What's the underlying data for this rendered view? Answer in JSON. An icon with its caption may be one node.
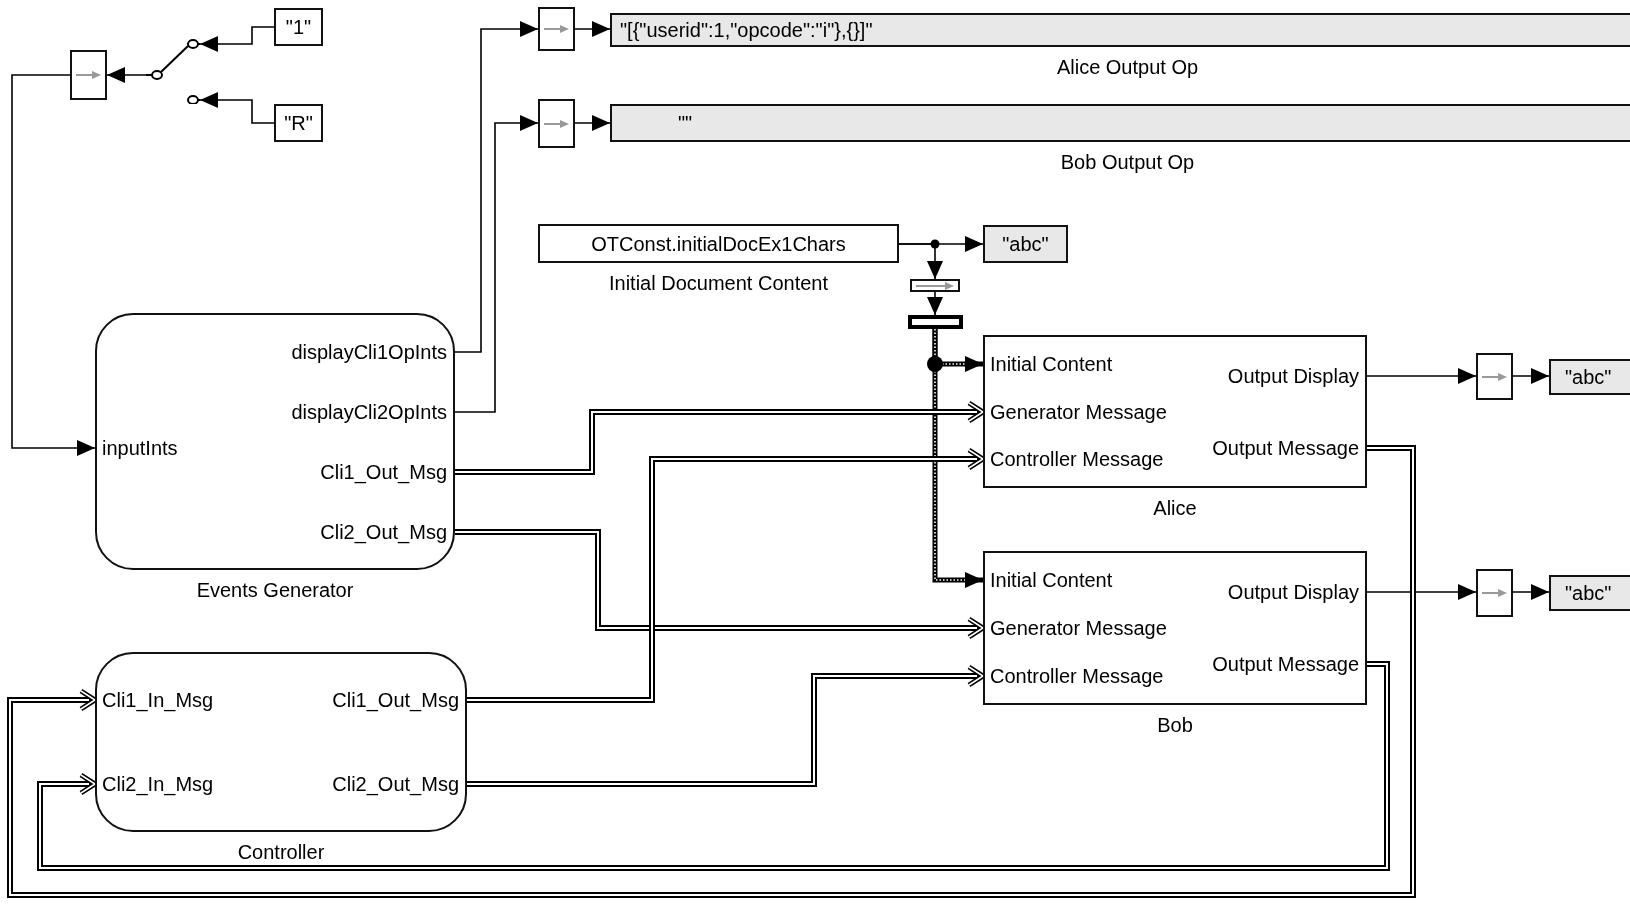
{
  "diagram": {
    "nodes": [
      {
        "text": [
          "\"1\""
        ]
      },
      {
        "text": [
          "\"R\""
        ]
      },
      {
        "text": [],
        "shape": "switch"
      },
      {
        "text": [],
        "shape": "box"
      },
      {
        "text": [
          "displayCli1OpInts",
          "displayCli2OpInts",
          "inputInts",
          "Cli1_Out_Msg",
          "Cli2_Out_Msg"
        ],
        "beside": [
          "Events Generator"
        ]
      },
      {
        "text": [],
        "shape": "box"
      },
      {
        "text": [
          "\"[{\"userid\":1,\"opcode\":\"i\"},{}]\""
        ],
        "beside": [
          "Alice Output Op"
        ]
      },
      {
        "text": [],
        "shape": "box"
      },
      {
        "text": [
          "\"\""
        ],
        "beside": [
          "Bob Output Op"
        ]
      },
      {
        "text": [
          "OTConst.initialDocEx1Chars"
        ],
        "beside": [
          "Initial Document Content"
        ]
      },
      {
        "text": [
          "\"abc\""
        ]
      },
      {
        "text": [],
        "shape": "box"
      },
      {
        "text": [],
        "shape": "bar"
      },
      {
        "text": [
          "Initial Content",
          "Output Display",
          "Generator Message",
          "Output Message",
          "Controller Message"
        ],
        "beside": [
          "Alice"
        ]
      },
      {
        "text": [
          "Initial Content",
          "Output Display",
          "Generator Message",
          "Output Message",
          "Controller Message"
        ],
        "beside": [
          "Bob"
        ]
      },
      {
        "text": [],
        "shape": "box"
      },
      {
        "text": [
          "\"abc\""
        ]
      },
      {
        "text": [],
        "shape": "box"
      },
      {
        "text": [
          "\"abc\""
        ]
      },
      {
        "text": [
          "Cli1_In_Msg",
          "Cli1_Out_Msg",
          "Cli2_In_Msg",
          "Cli2_Out_Msg"
        ],
        "beside": [
          "Controller"
        ]
      }
    ],
    "edges": [
      {
        "from": 0,
        "to": 2,
        "arrow": "to"
      },
      {
        "from": 1,
        "to": 2,
        "arrow": "to"
      },
      {
        "from": 2,
        "to": 3,
        "arrow": "to"
      },
      {
        "from": 3,
        "to": 4,
        "arrow": "to"
      },
      {
        "from": 4,
        "to": 5,
        "arrow": "to"
      },
      {
        "from": 5,
        "to": 6,
        "arrow": "to"
      },
      {
        "from": 4,
        "to": 7,
        "arrow": "to"
      },
      {
        "from": 7,
        "to": 8,
        "arrow": "to"
      },
      {
        "from": 9,
        "to": 10,
        "arrow": "to"
      },
      {
        "from": 9,
        "to": 11,
        "arrow": "to"
      },
      {
        "from": 11,
        "to": 12,
        "arrow": "to"
      },
      {
        "from": 12,
        "to": 13,
        "arrow": "to",
        "style": "thick"
      },
      {
        "from": 12,
        "to": 14,
        "arrow": "to",
        "style": "thick"
      },
      {
        "from": 4,
        "to": 13,
        "arrow": "to",
        "style": "thick"
      },
      {
        "from": 4,
        "to": 14,
        "arrow": "to",
        "style": "thick"
      },
      {
        "from": 19,
        "to": 13,
        "arrow": "to",
        "style": "thick"
      },
      {
        "from": 19,
        "to": 14,
        "arrow": "to",
        "style": "thick"
      },
      {
        "from": 13,
        "to": 15,
        "arrow": "to"
      },
      {
        "from": 15,
        "to": 16,
        "arrow": "to"
      },
      {
        "from": 14,
        "to": 17,
        "arrow": "to"
      },
      {
        "from": 17,
        "to": 18,
        "arrow": "to"
      },
      {
        "from": 13,
        "to": 19,
        "arrow": "to",
        "style": "thick"
      },
      {
        "from": 14,
        "to": 19,
        "arrow": "to",
        "style": "thick"
      }
    ]
  }
}
